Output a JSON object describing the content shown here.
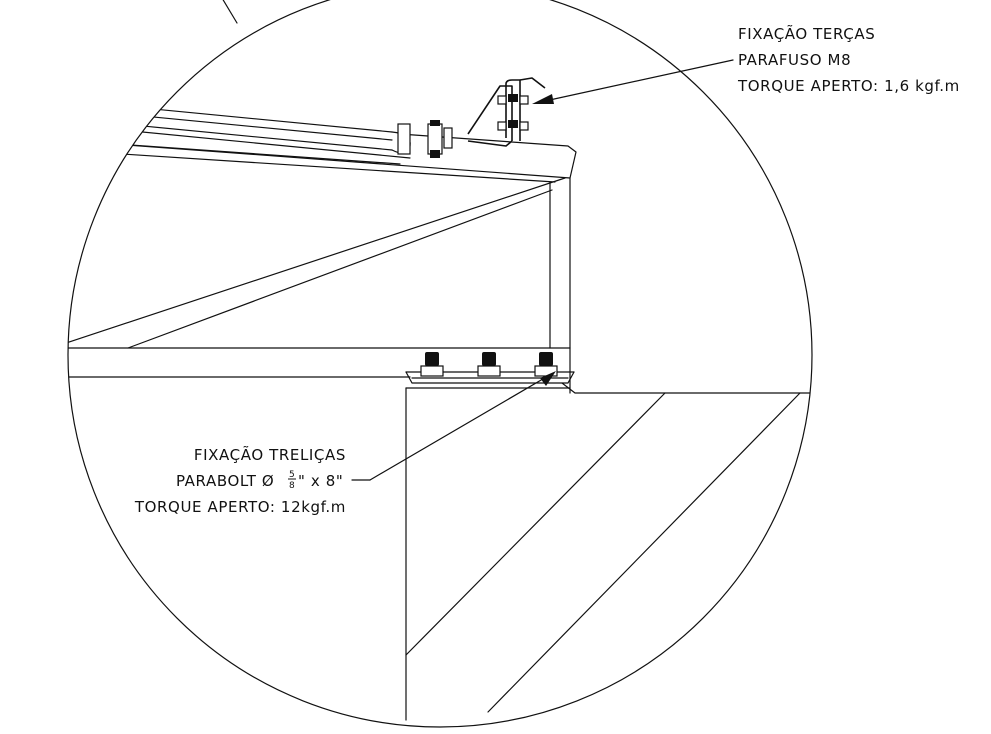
{
  "callout_purlin": {
    "line1": "FIXAÇÃO TERÇAS",
    "line2": "PARAFUSO M8",
    "line3": "TORQUE APERTO: 1,6 kgf.m"
  },
  "callout_truss": {
    "line1": "FIXAÇÃO TRELIÇAS",
    "line2_prefix": "PARABOLT Ø",
    "line2_frac_num": "5",
    "line2_frac_den": "8",
    "line2_suffix": "\" x 8\"",
    "line3": "TORQUE APERTO: 12kgf.m"
  },
  "colors": {
    "line": "#111111",
    "background": "#ffffff"
  }
}
